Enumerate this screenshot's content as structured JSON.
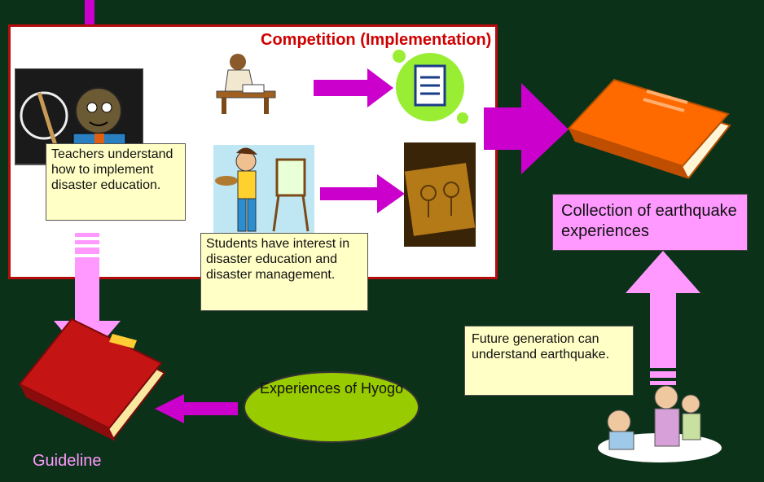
{
  "competition": {
    "title": "Competition (Implementation)"
  },
  "teacher_note": "Teachers understand how to implement disaster education.",
  "student_note": "Students have interest in disaster education and disaster management.",
  "collection_label": "Collection of earthquake experiences",
  "future_note": "Future generation can understand earthquake.",
  "experiences_label": "Experiences of Hyogo",
  "guideline_label": "Guideline",
  "colors": {
    "background": "#0c3119",
    "frame_border": "#b50d0d",
    "title_red": "#d00000",
    "arrow_magenta": "#cc00cc",
    "arrow_pink": "#ff99ff",
    "note_yellow": "#ffffc6",
    "oval_green": "#99cc00",
    "book_orange": "#ff6a00",
    "book_red": "#c41414"
  }
}
